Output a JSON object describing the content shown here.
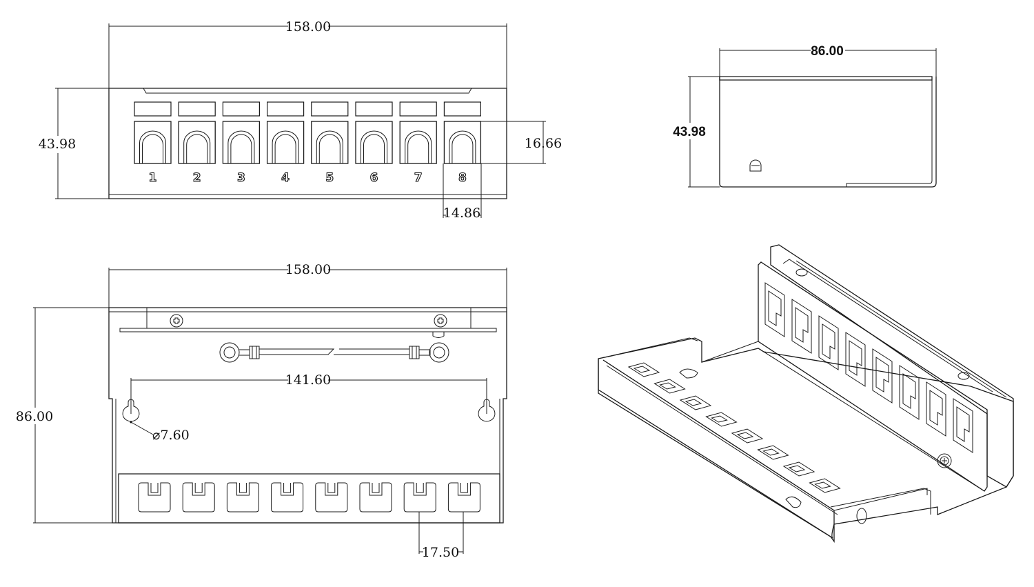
{
  "front_view": {
    "width_dim": "158.00",
    "height_dim": "43.98",
    "port_height_dim": "16.66",
    "port_width_dim": "14.86",
    "port_numbers": [
      "1",
      "2",
      "3",
      "4",
      "5",
      "6",
      "7",
      "8"
    ]
  },
  "side_view": {
    "depth_dim": "86.00",
    "height_dim": "43.98"
  },
  "top_view": {
    "width_dim": "158.00",
    "depth_dim": "86.00",
    "hole_spacing_dim": "141.60",
    "hole_diameter_dim": "⌀7.60",
    "slot_pitch_dim": "17.50"
  }
}
